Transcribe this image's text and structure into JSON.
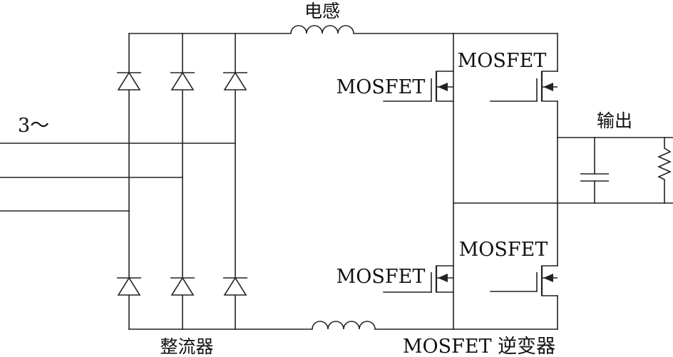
{
  "labels": {
    "inductor_top": "电感",
    "three_phase": "3～",
    "output": "输出",
    "rectifier": "整流器",
    "inverter": "MOSFET 逆变器",
    "mosfet_upper_left": "MOSFET",
    "mosfet_upper_right": "MOSFET",
    "mosfet_lower_left": "MOSFET",
    "mosfet_lower_right": "MOSFET"
  }
}
